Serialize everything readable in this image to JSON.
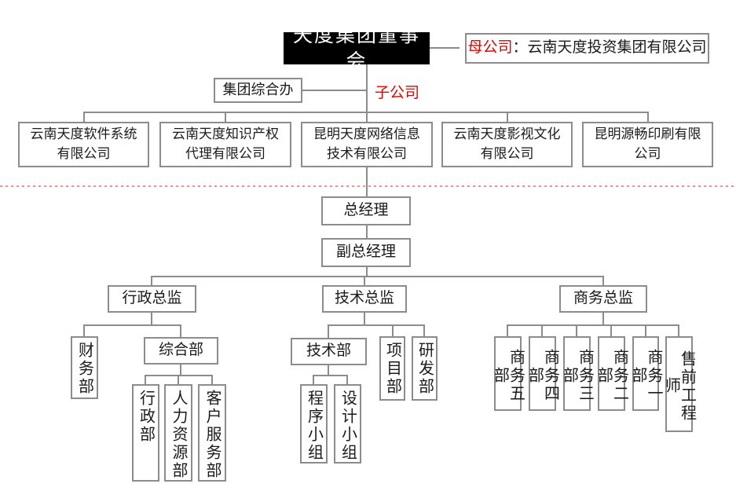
{
  "colors": {
    "accent_red": "#e60000",
    "divider_pink": "#f0908c",
    "line_gray": "#8c8c8c",
    "board_bg": "#000000"
  },
  "nodes": {
    "board": "天度集团董事会",
    "parent_prefix": "母公司",
    "parent_rest": "：云南天度投资集团有限公司",
    "group_office": "集团综合办",
    "subsidiary": "子公司",
    "gm": "总经理",
    "deputy_gm": "副总经理",
    "dir_admin": "行政总监",
    "dir_tech": "技术总监",
    "dir_business": "商务总监",
    "finance": "财务部",
    "general_affairs": "综合部",
    "admin_sub": [
      "行政部",
      "人力资源部",
      "客户服务部"
    ],
    "tech_dept": "技术部",
    "project_dept": "项目部",
    "rnd_dept": "研发部",
    "tech_sub": [
      "程序小组",
      "设计小组"
    ],
    "business_depts": [
      "商务五部",
      "商务四部",
      "商务三部",
      "商务二部",
      "商务一部",
      "售前工程师"
    ]
  },
  "companies": [
    {
      "lines": [
        "云南天度软件系统",
        "有限公司"
      ]
    },
    {
      "lines": [
        "云南天度知识产权",
        "代理有限公司"
      ]
    },
    {
      "lines": [
        "昆明天度网络信息",
        "技术有限公司"
      ]
    },
    {
      "lines": [
        "云南天度影视文化",
        "有限公司"
      ]
    },
    {
      "lines": [
        "昆明源畅印刷有限",
        "公司"
      ]
    }
  ]
}
